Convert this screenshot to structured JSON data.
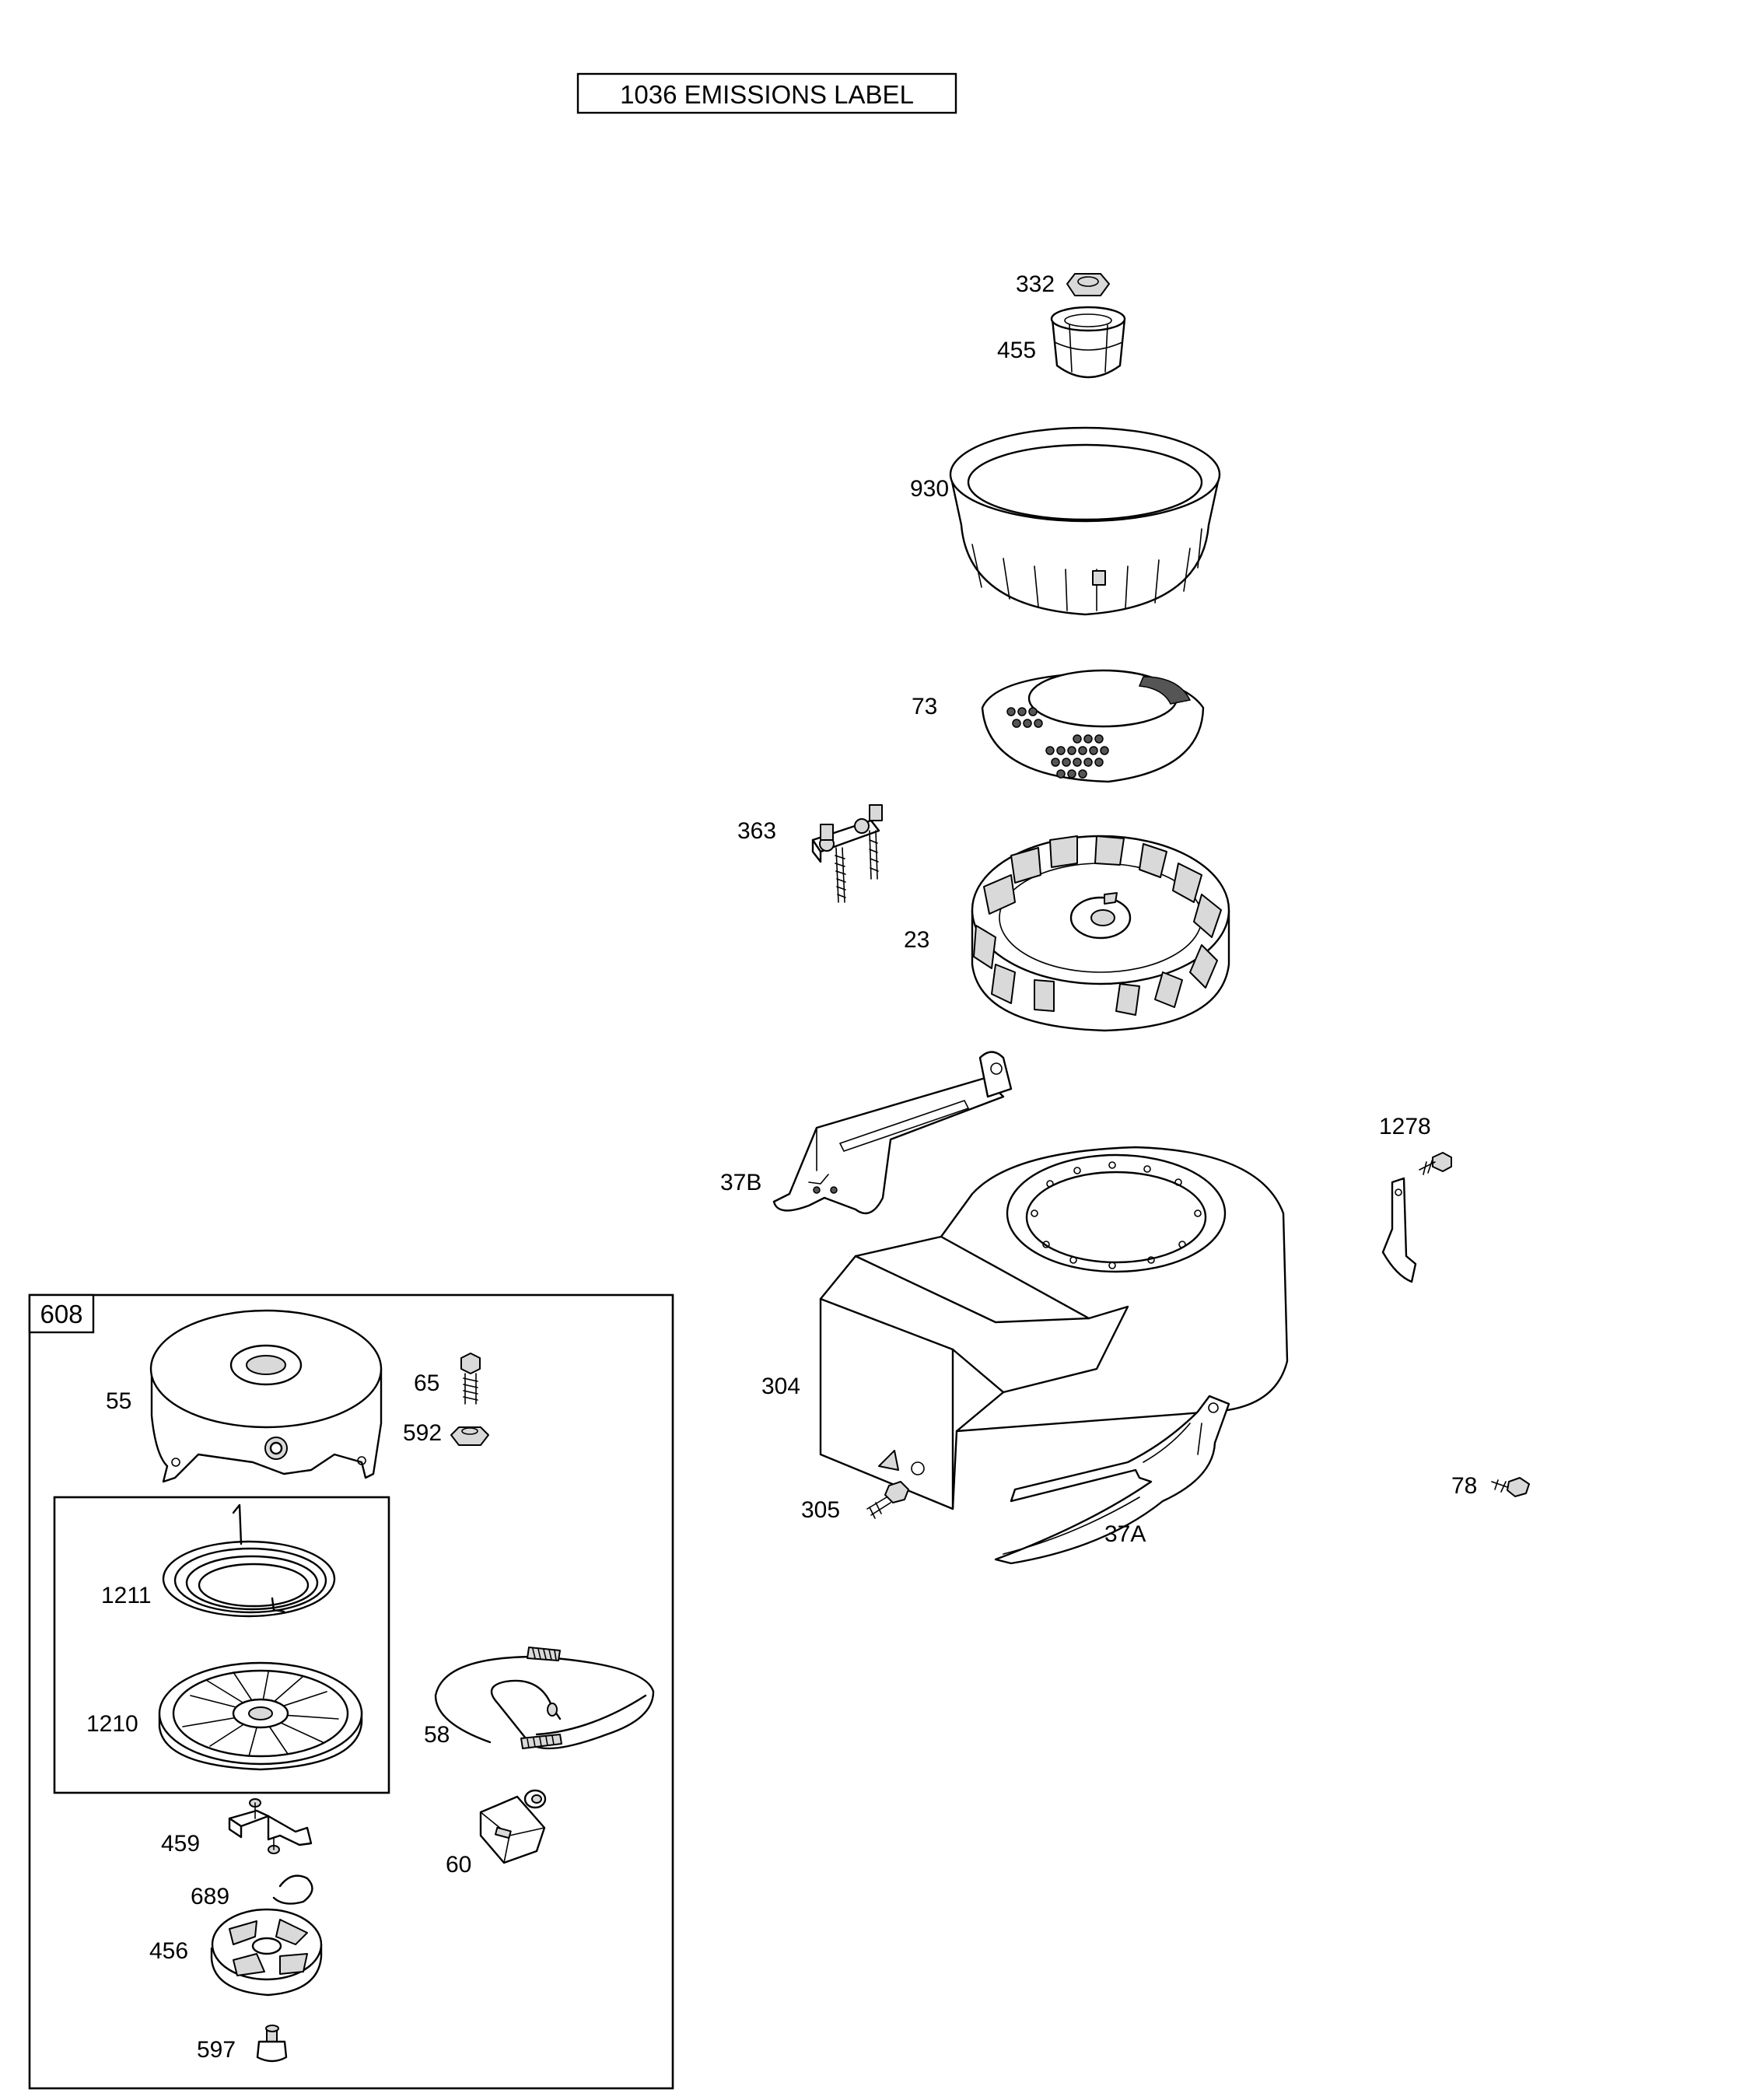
{
  "emissions_label": "1036 EMISSIONS LABEL",
  "kit_box": {
    "label": "608"
  },
  "parts": {
    "p332": "332",
    "p455": "455",
    "p930": "930",
    "p73": "73",
    "p363": "363",
    "p23": "23",
    "p37B": "37B",
    "p1278": "1278",
    "p304": "304",
    "p305": "305",
    "p37A": "37A",
    "p78": "78",
    "p55": "55",
    "p65": "65",
    "p592": "592",
    "p1211": "1211",
    "p1210": "1210",
    "p58": "58",
    "p459": "459",
    "p60": "60",
    "p689": "689",
    "p456": "456",
    "p597": "597"
  }
}
